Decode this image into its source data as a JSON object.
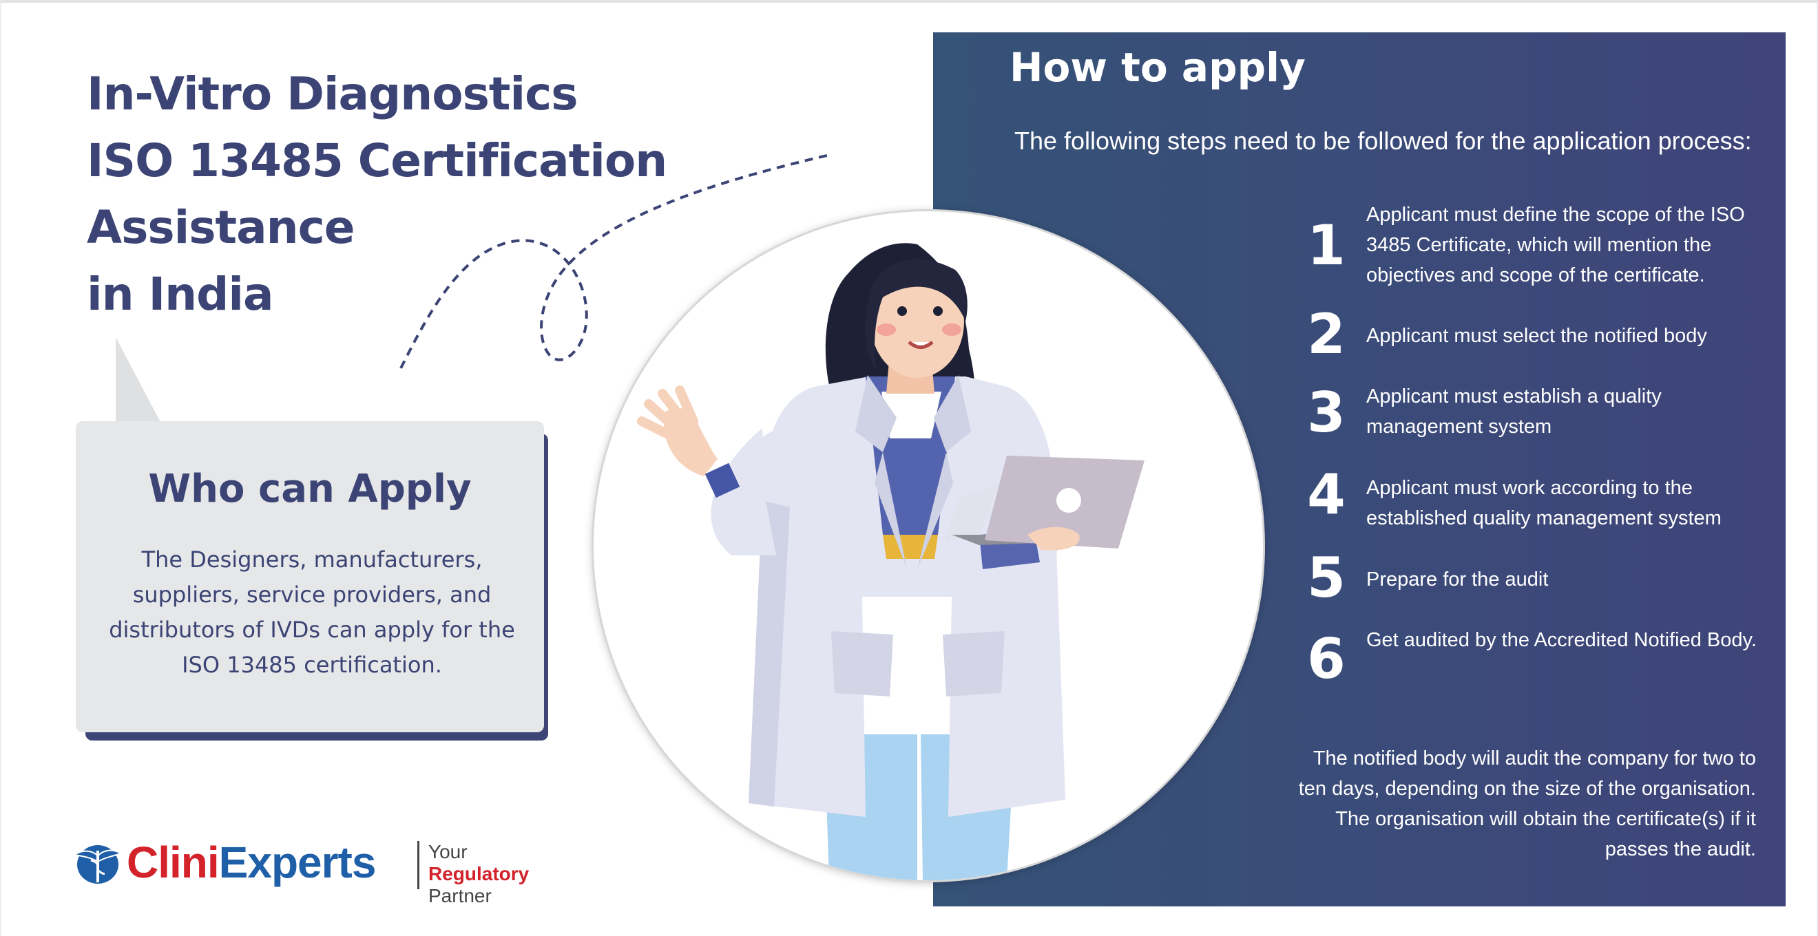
{
  "title_lines": [
    "In-Vitro Diagnostics",
    "ISO 13485 Certification",
    "Assistance",
    "in India"
  ],
  "who": {
    "title": "Who can Apply",
    "text": "The Designers, manufacturers, suppliers, service providers, and distributors of IVDs can apply for the ISO 13485 certification."
  },
  "how": {
    "title": "How to apply",
    "subtitle": "The following steps need to be followed for the application process:",
    "steps": [
      {
        "num": "1",
        "text": "Applicant must define the scope of the ISO 3485 Certificate, which will mention the objectives and scope of the certificate."
      },
      {
        "num": "2",
        "text": "Applicant must select the notified body"
      },
      {
        "num": "3",
        "text": "Applicant must establish a quality management system"
      },
      {
        "num": "4",
        "text": "Applicant must work according to the established quality management system"
      },
      {
        "num": "5",
        "text": "Prepare for the audit"
      },
      {
        "num": "6",
        "text": "Get audited by the Accredited Notified Body."
      }
    ],
    "closing": "The notified body will audit the company for two to ten days, depending on the size of the organisation. The organisation will obtain the certificate(s) if it passes the audit."
  },
  "logo": {
    "name_part1": "Clini",
    "name_part2": "Experts",
    "tagline_line1": "Your",
    "tagline_bold": "Regulatory",
    "tagline_rest": "Partner"
  },
  "colors": {
    "navy": "#3b4474",
    "panel_start": "#355277",
    "panel_end": "#3f4479",
    "logo_red": "#d3222a",
    "logo_blue": "#1f5fa8"
  },
  "illustration": "female-doctor-with-laptop"
}
